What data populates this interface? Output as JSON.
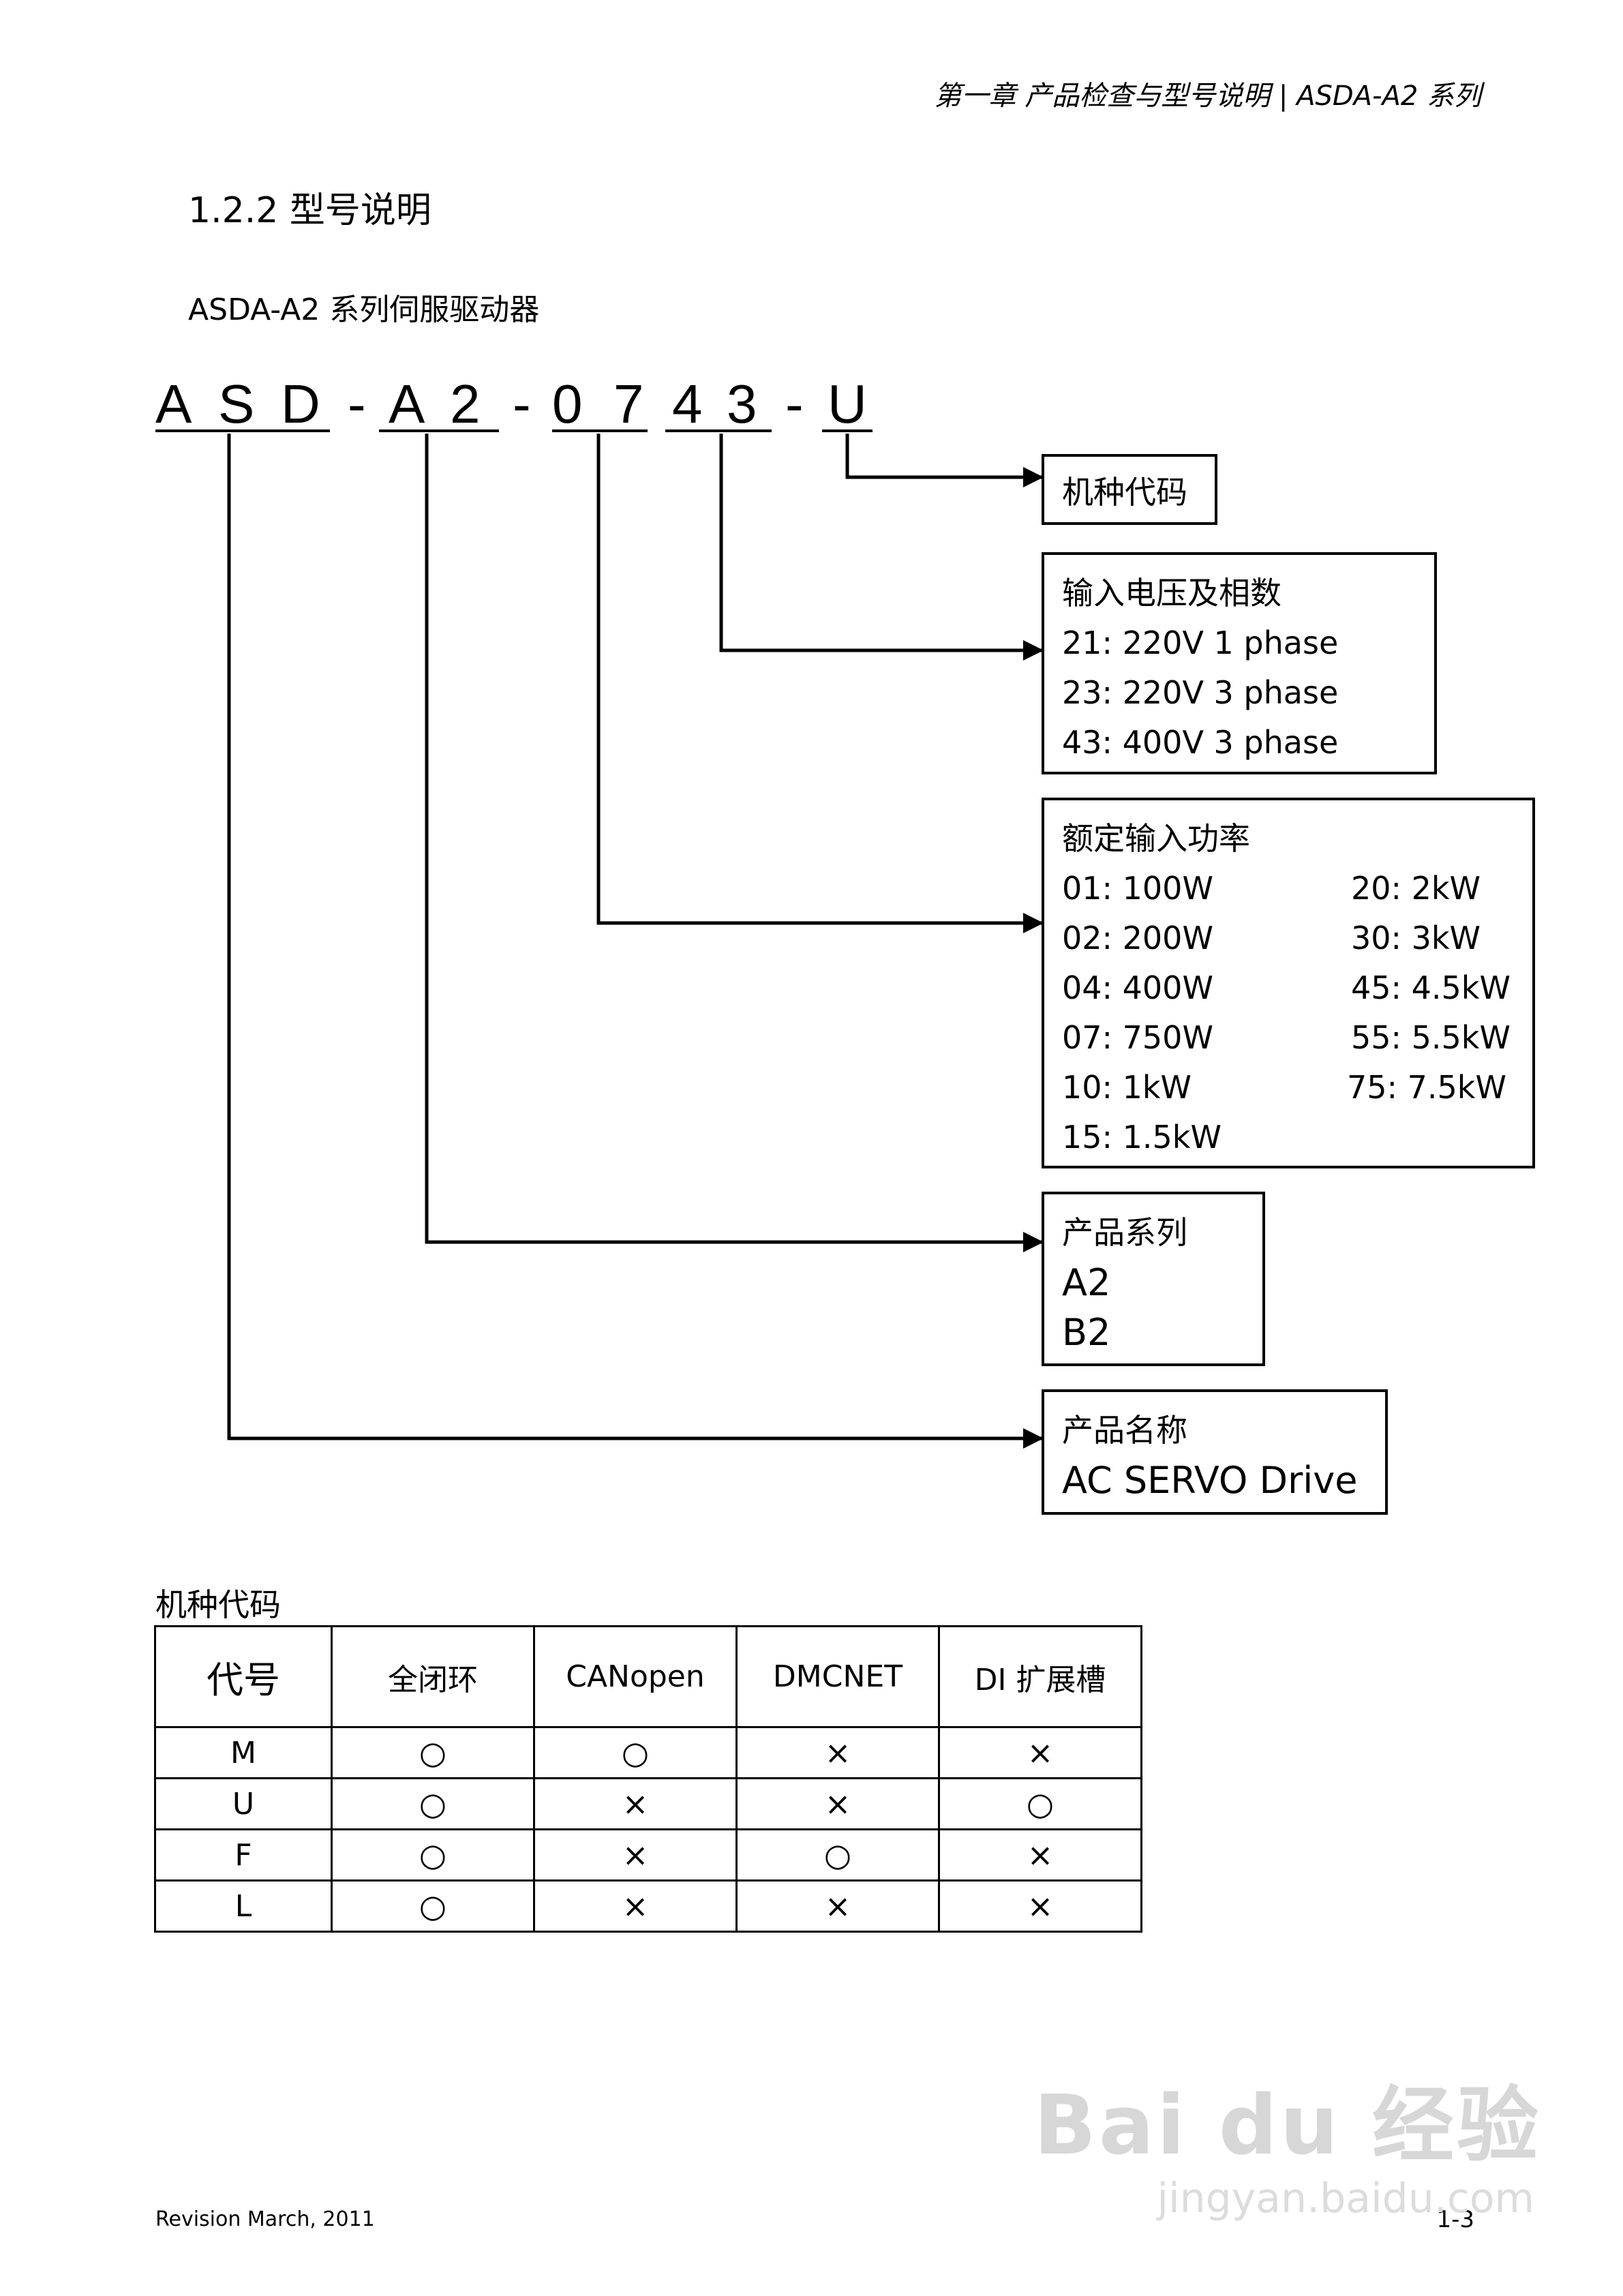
{
  "header": {
    "text": "第一章 产品检查与型号说明 | ASDA-A2 系列"
  },
  "section": {
    "title": "1.2.2   型号说明"
  },
  "subtitle": "ASDA-A2  系列伺服驱动器",
  "model_code": {
    "chars": [
      "A",
      "S",
      "D",
      "-",
      "A",
      "2",
      "-",
      "0",
      "7",
      "4",
      "3",
      "-",
      "U"
    ]
  },
  "boxes": {
    "machine_code": {
      "title": "机种代码"
    },
    "voltage": {
      "title": "输入电压及相数",
      "items": [
        "21: 220V 1 phase",
        "23: 220V 3 phase",
        "43: 400V 3 phase"
      ]
    },
    "power": {
      "title": "额定输入功率",
      "rows": [
        [
          "01: 100W",
          "20: 2kW"
        ],
        [
          "02: 200W",
          "30: 3kW"
        ],
        [
          "04: 400W",
          "45: 4.5kW"
        ],
        [
          "07: 750W",
          "55: 5.5kW"
        ],
        [
          "10: 1kW",
          "75: 7.5kW"
        ],
        [
          "15: 1.5kW",
          ""
        ]
      ]
    },
    "series": {
      "title": "产品系列",
      "items": [
        "A2",
        "B2"
      ]
    },
    "product": {
      "title": "产品名称",
      "name": "AC SERVO Drive"
    }
  },
  "table": {
    "caption": "机种代码",
    "headers": [
      "代号",
      "全闭环",
      "CANopen",
      "DMCNET",
      "DI 扩展槽"
    ],
    "rows": [
      [
        "M",
        "○",
        "○",
        "×",
        "×"
      ],
      [
        "U",
        "○",
        "×",
        "×",
        "○"
      ],
      [
        "F",
        "○",
        "×",
        "○",
        "×"
      ],
      [
        "L",
        "○",
        "×",
        "×",
        "×"
      ]
    ]
  },
  "footer": {
    "left": "Revision March, 2011",
    "right": "1-3"
  },
  "watermark": {
    "logo": "Bai du 经验",
    "url": "jingyan.baidu.com"
  }
}
